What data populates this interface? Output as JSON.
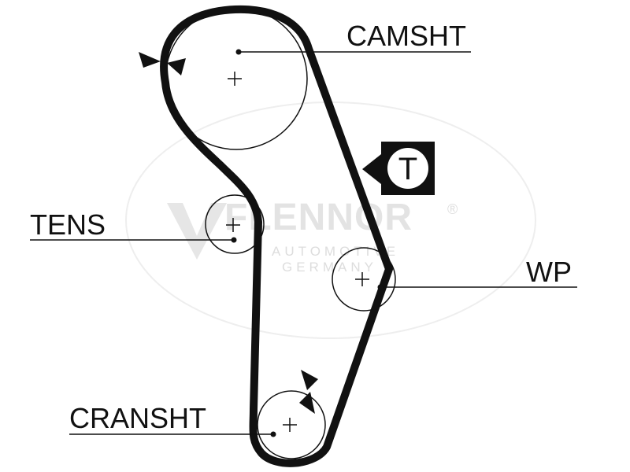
{
  "labels": {
    "camshaft": "CAMSHT",
    "tensioner": "TENS",
    "water_pump": "WP",
    "crankshaft": "CRANSHT"
  },
  "tensioner_badge": "T",
  "watermark": {
    "brand": "FLENNOR",
    "registered": "®",
    "line1": "AUTOMOTIVE",
    "line2": "GERMANY"
  },
  "colors": {
    "ink": "#111111",
    "watermark": "#e3e3e3",
    "background": "#ffffff"
  }
}
